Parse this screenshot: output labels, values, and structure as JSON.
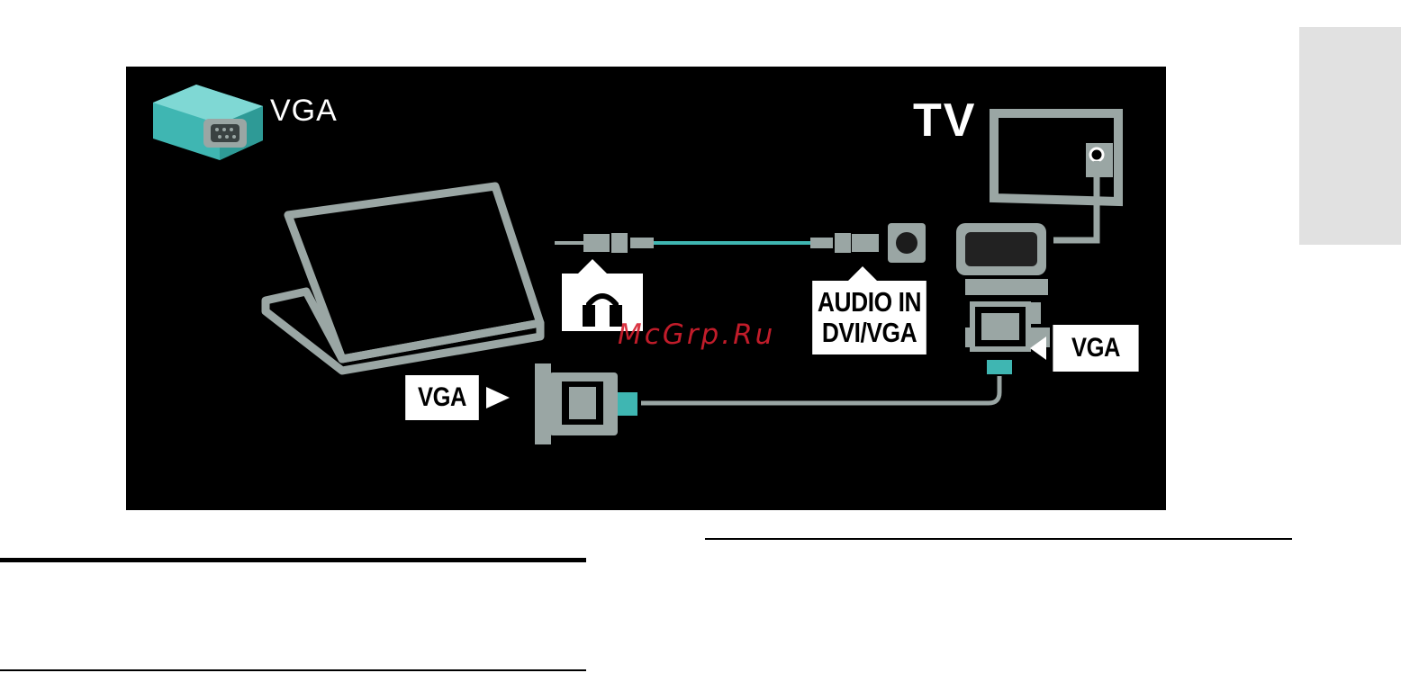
{
  "diagram": {
    "vga_title": "VGA",
    "tv_title": "TV",
    "labels": {
      "audio_in_line1": "AUDIO IN",
      "audio_in_line2": "DVI/VGA",
      "vga_tv_side": "VGA",
      "vga_computer_side": "VGA"
    },
    "icons": [
      "vga-connector-icon",
      "laptop-icon",
      "tv-icon",
      "headphones-icon",
      "audio-jack-icon",
      "vga-plug-icon"
    ],
    "colors": {
      "background": "#000000",
      "accent_cyan": "#3fb6b2",
      "line_gray": "#9aa6a4",
      "label_bg": "#ffffff"
    }
  },
  "watermark": "McGrp.Ru"
}
